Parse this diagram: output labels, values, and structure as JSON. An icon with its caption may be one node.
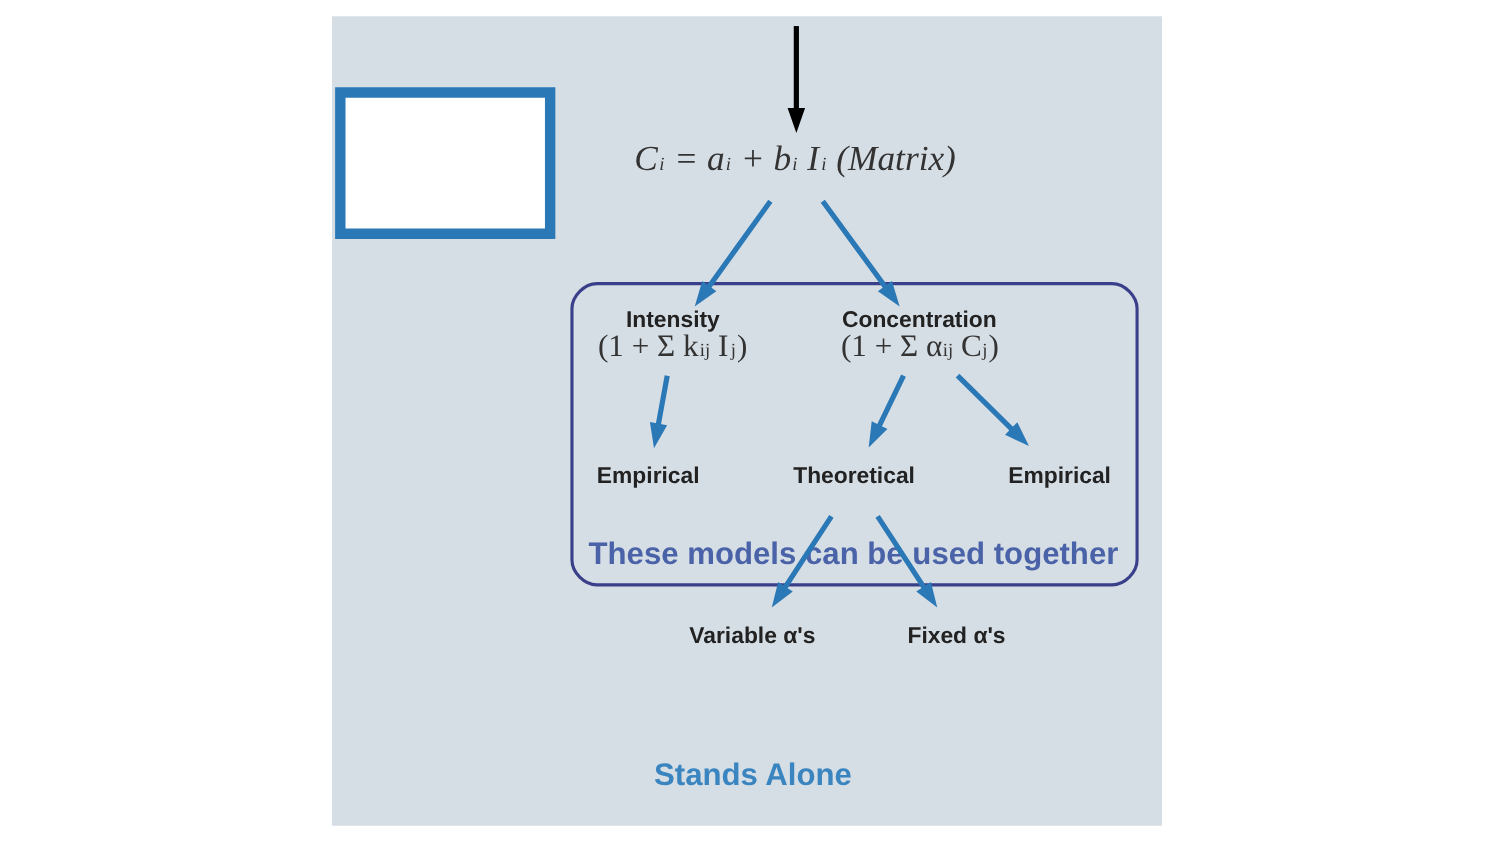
{
  "diagram": {
    "nodes": [
      {
        "text": [],
        "shape": "box"
      },
      {
        "text": [
          "C$_{i}$ = a$_{i}$ + b$_{i}$ I$_{i}$ (Matrix)"
        ]
      },
      {
        "text": [
          "These models can be used together"
        ]
      },
      {
        "text": [
          "Concentration",
          "(1 + Σ α$_{ij}$ C$_{j}$)"
        ],
        "in": 2
      },
      {
        "text": [
          "Intensity",
          "(1 + Σ k$_{ij}$ I$_{j}$)"
        ],
        "in": 2
      },
      {
        "text": [
          "Theoretical"
        ],
        "in": 2
      },
      {
        "text": [
          "Empirical"
        ],
        "in": 2
      },
      {
        "text": [
          "Empirical"
        ],
        "in": 2
      },
      {
        "text": [
          "Variable α's"
        ]
      },
      {
        "text": [
          "Fixed α's"
        ]
      }
    ],
    "edges": [
      {
        "from": null,
        "to": 1,
        "arrow": "to",
        "color": "#000000"
      },
      {
        "from": 1,
        "to": 3,
        "arrow": "to"
      },
      {
        "from": 1,
        "to": 4,
        "arrow": "to"
      },
      {
        "from": 3,
        "to": 5,
        "arrow": "to"
      },
      {
        "from": 3,
        "to": 6,
        "arrow": "to"
      },
      {
        "from": 4,
        "to": 7,
        "arrow": "to"
      },
      {
        "from": 5,
        "to": 8,
        "arrow": "to"
      },
      {
        "from": 5,
        "to": 9,
        "arrow": "to"
      }
    ],
    "labels": [
      "Stands Alone"
    ]
  }
}
